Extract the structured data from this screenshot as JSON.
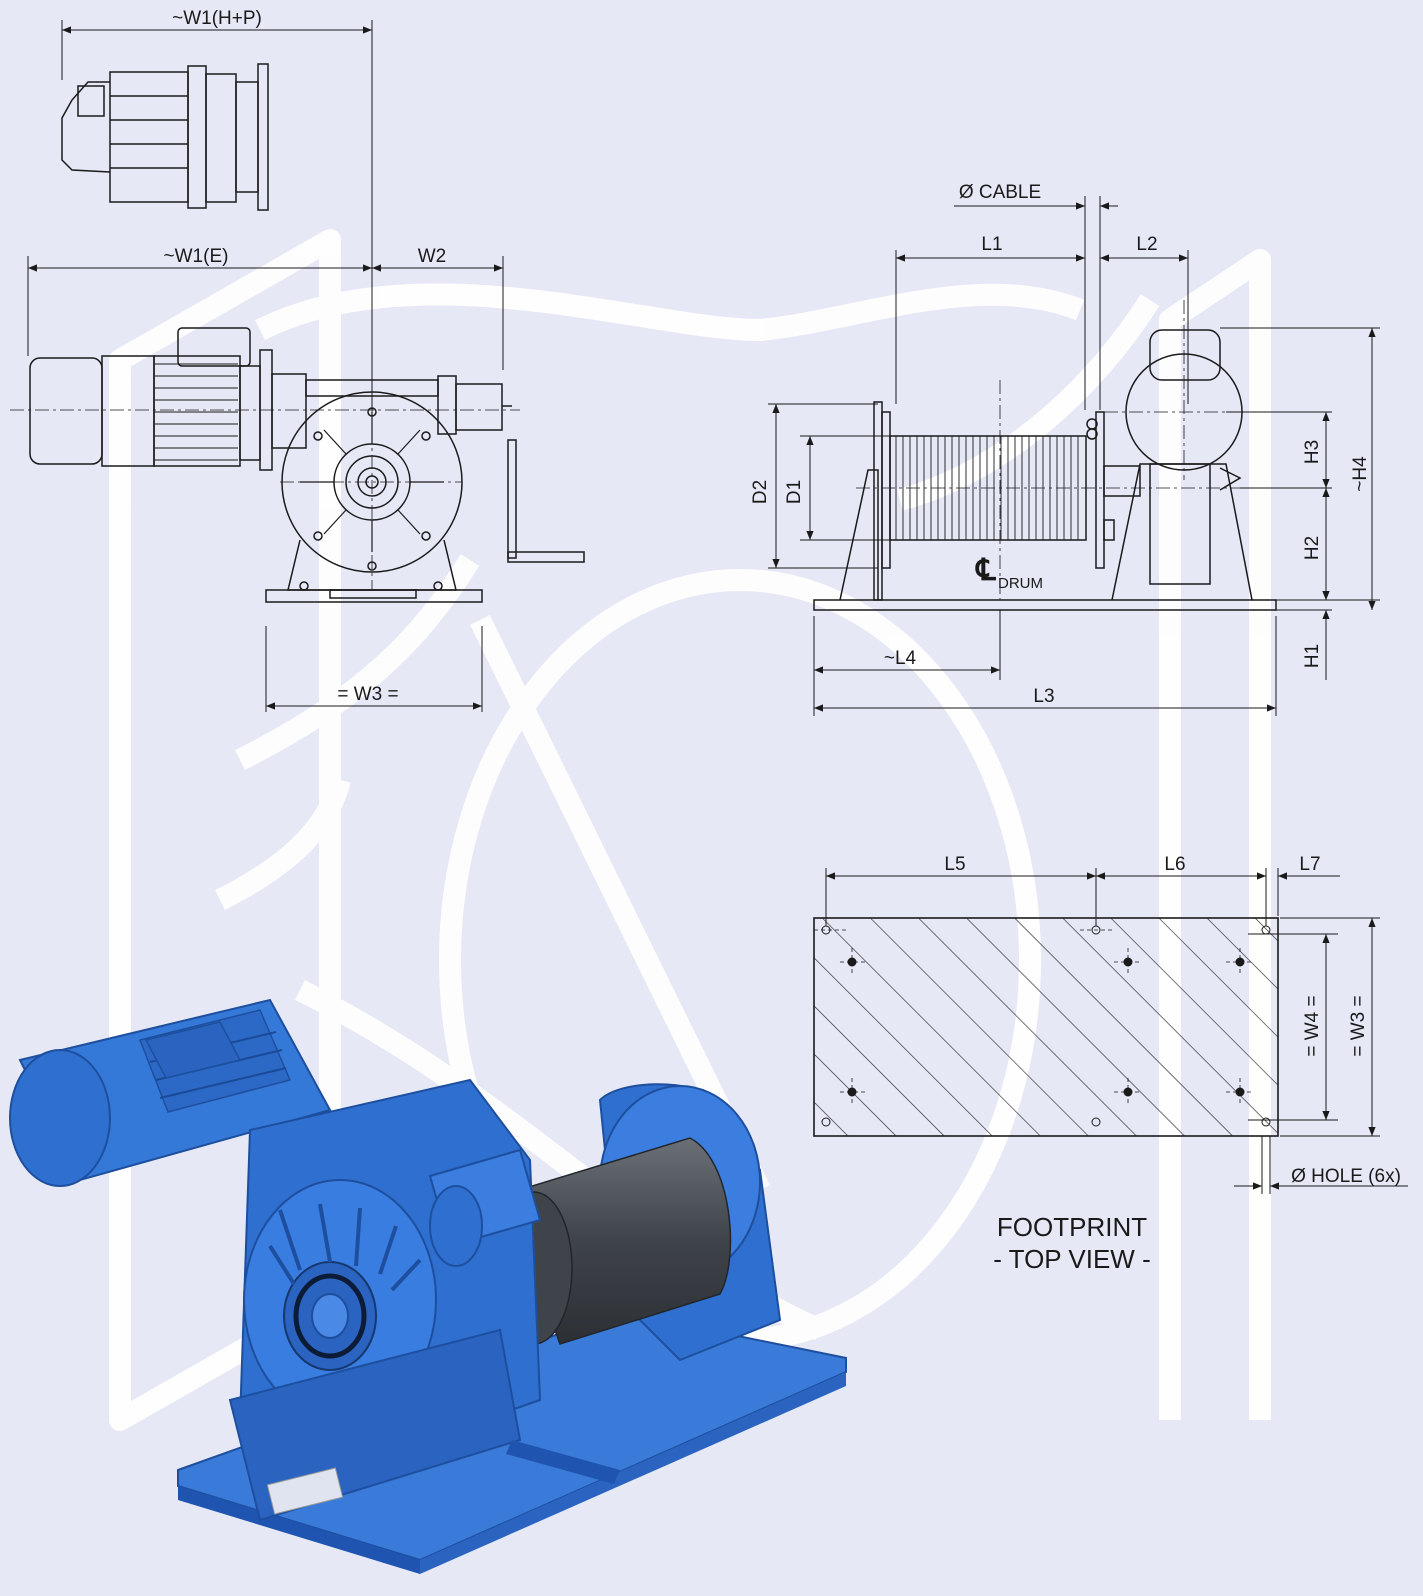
{
  "colors": {
    "background": "#e6e8f6",
    "watermark": "#ffffff",
    "line": "#1a1a1a",
    "winch_blue": "#2f6fd0",
    "drum_grey": "#4a4f55"
  },
  "labels": {
    "w1_hp": "~W1(H+P)",
    "w1_e": "~W1(E)",
    "w2": "W2",
    "w3_front": "= W3 =",
    "cable": "Ø CABLE",
    "l1": "L1",
    "l2": "L2",
    "d1": "D1",
    "d2": "D2",
    "h1": "H1",
    "h2": "H2",
    "h3": "H3",
    "h4": "~H4",
    "cl_symbol": "℄",
    "cl_drum": "DRUM",
    "l3": "L3",
    "l4": "~L4",
    "l5": "L5",
    "l6": "L6",
    "l7": "L7",
    "w4_side": "= W4 =",
    "w3_side": "= W3 =",
    "hole": "Ø HOLE (6x)",
    "footprint_line1": "FOOTPRINT",
    "footprint_line2": "- TOP VIEW -"
  },
  "icons": {
    "watermark": "company-logo-watermark",
    "render": "winch-3d-render"
  }
}
